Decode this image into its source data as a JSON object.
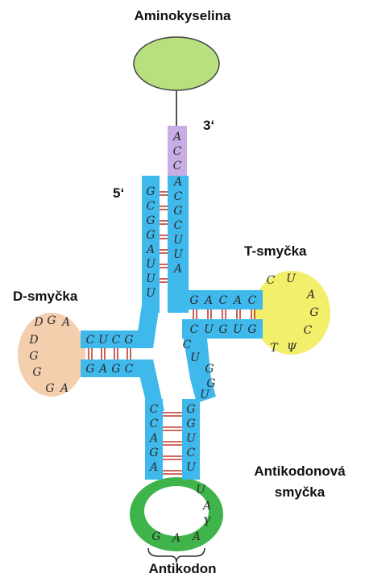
{
  "labels": {
    "amino_acid": "Aminokyselina",
    "three_prime": "3‘",
    "five_prime": "5‘",
    "t_loop": "T-smyčka",
    "d_loop": "D-smyčka",
    "anticodon_loop_line1": "Antikodonová",
    "anticodon_loop_line2": "smyčka",
    "anticodon": "Antikodon"
  },
  "colors": {
    "strand": "#3fb8ec",
    "acceptor_tail": "#c9aee6",
    "amino_acid_fill": "#b9e07f",
    "t_loop": "#f2ef6a",
    "d_loop": "#f4cfae",
    "anticodon_loop": "#3fb44a",
    "base_pair": "#c0392b"
  },
  "sequence": {
    "acceptor_tail": [
      "A",
      "C",
      "C"
    ],
    "acceptor_5_strand": [
      "G",
      "C",
      "G",
      "G",
      "A",
      "U",
      "U",
      "U"
    ],
    "acceptor_3_strand": [
      "A",
      "C",
      "G",
      "C",
      "U",
      "U",
      "A"
    ],
    "t_stem_top": [
      "G",
      "A",
      "C",
      "A",
      "C"
    ],
    "t_stem_bottom": [
      "C",
      "U",
      "G",
      "U",
      "G"
    ],
    "t_loop": [
      "C",
      "U",
      "A",
      "G",
      "C",
      "Ψ",
      "T"
    ],
    "d_stem_top": [
      "C",
      "U",
      "C",
      "G"
    ],
    "d_stem_bottom": [
      "G",
      "A",
      "G",
      "C"
    ],
    "d_loop": [
      "D",
      "G",
      "A",
      "D",
      "G",
      "G",
      "G",
      "A"
    ],
    "variable_region": [
      "C",
      "U",
      "G",
      "G",
      "U"
    ],
    "anticodon_stem_left": [
      "C",
      "C",
      "A",
      "G",
      "A"
    ],
    "anticodon_stem_right": [
      "G",
      "G",
      "U",
      "C",
      "U"
    ],
    "anticodon_loop": [
      "U",
      "A",
      "Y"
    ],
    "anticodon_bases": [
      "G",
      "A",
      "A"
    ]
  }
}
